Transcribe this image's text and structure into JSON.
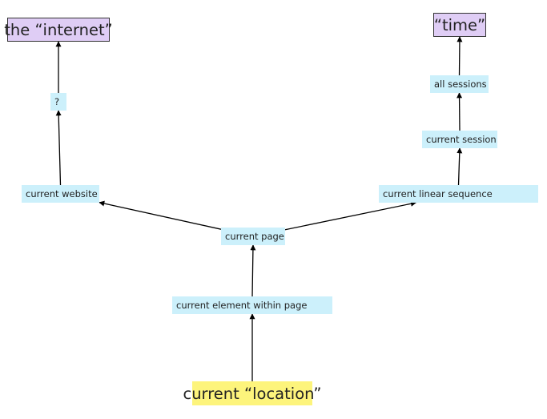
{
  "diagram": {
    "nodes": {
      "internet": "the “internet”",
      "time": "“time”",
      "question": "?",
      "all_sessions": "all sessions",
      "current_session": "current session",
      "current_website": "current website",
      "current_linear_sequence": "current linear sequence",
      "current_page": "current page",
      "current_element": "current element within page",
      "current_location": "current “location”"
    },
    "edges": [
      {
        "from": "current_location",
        "to": "current_element"
      },
      {
        "from": "current_element",
        "to": "current_page"
      },
      {
        "from": "current_page",
        "to": "current_website"
      },
      {
        "from": "current_page",
        "to": "current_linear_sequence"
      },
      {
        "from": "current_website",
        "to": "question"
      },
      {
        "from": "question",
        "to": "internet"
      },
      {
        "from": "current_linear_sequence",
        "to": "current_session"
      },
      {
        "from": "current_session",
        "to": "all_sessions"
      },
      {
        "from": "all_sessions",
        "to": "time"
      }
    ],
    "colors": {
      "small_node": "#ccf0fb",
      "root_node": "#dfcdf5",
      "start_node": "#fdf47c",
      "edge": "#000000"
    }
  }
}
